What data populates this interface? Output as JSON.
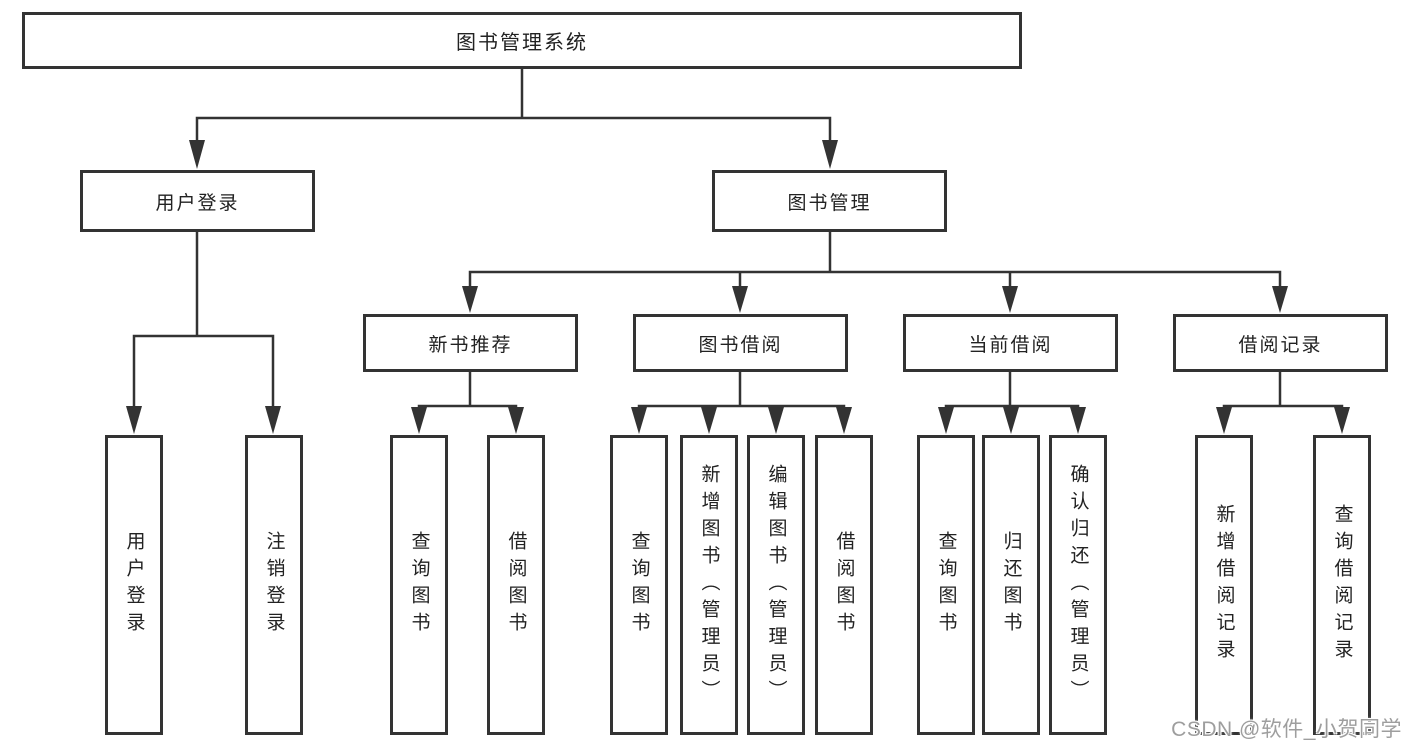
{
  "colors": {
    "background": "#ffffff",
    "box_border": "#333333",
    "connector_line": "#333333",
    "text": "#222222",
    "watermark_text": "#9e9e9e"
  },
  "diagram": {
    "root": {
      "label": "图书管理系统"
    },
    "branches": [
      {
        "label": "用户登录",
        "children": [
          {
            "label": "用户登录"
          },
          {
            "label": "注销登录"
          }
        ]
      },
      {
        "label": "图书管理",
        "children": [
          {
            "label": "新书推荐",
            "children": [
              {
                "label": "查询图书"
              },
              {
                "label": "借阅图书"
              }
            ]
          },
          {
            "label": "图书借阅",
            "children": [
              {
                "label": "查询图书"
              },
              {
                "label": "新增图书（管理员）"
              },
              {
                "label": "编辑图书（管理员）"
              },
              {
                "label": "借阅图书"
              }
            ]
          },
          {
            "label": "当前借阅",
            "children": [
              {
                "label": "查询图书"
              },
              {
                "label": "归还图书"
              },
              {
                "label": "确认归还（管理员）"
              }
            ]
          },
          {
            "label": "借阅记录",
            "children": [
              {
                "label": "新增借阅记录"
              },
              {
                "label": "查询借阅记录"
              }
            ]
          }
        ]
      }
    ]
  },
  "watermark": {
    "text": "CSDN @软件_小贺同学"
  }
}
